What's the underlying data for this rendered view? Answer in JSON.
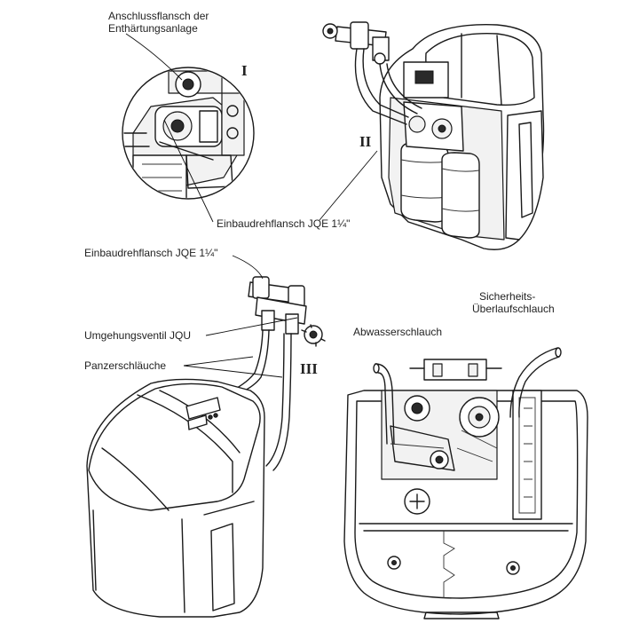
{
  "labels": {
    "anschlussflansch_l1": "Anschlussflansch der",
    "anschlussflansch_l2": "Enthärtungsanlage",
    "einbaudrehflansch_top": "Einbaudrehflansch JQE 1¼\"",
    "einbaudrehflansch_mid": "Einbaudrehflansch JQE 1¼\"",
    "umgehungsventil": "Umgehungsventil JQU",
    "panzerschlaeuche": "Panzerschläuche",
    "abwasserschlauch": "Abwasserschlauch",
    "sicherheits_l1": "Sicherheits-",
    "sicherheits_l2": "Überlaufschlauch"
  },
  "roman_numerals": {
    "one": "I",
    "two": "II",
    "three": "III"
  }
}
